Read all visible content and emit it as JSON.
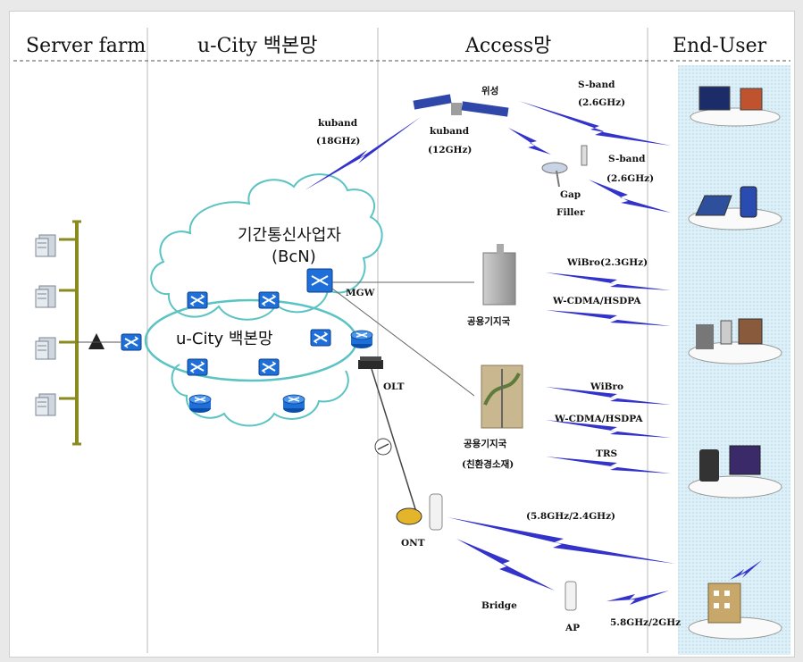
{
  "columns": {
    "server_farm": "Server farm",
    "backbone": "u-City 백본망",
    "access": "Access망",
    "end_user": "End-User"
  },
  "network": {
    "bcn_line1": "기간통신사업자",
    "bcn_line2": "(BcN)",
    "ucity_ring": "u-City 백본망",
    "mgw": "MGW",
    "olt": "OLT",
    "ont": "ONT",
    "bridge": "Bridge",
    "ap": "AP"
  },
  "satellite": {
    "name": "위성",
    "uplink_band": "kuband",
    "uplink_freq": "(18GHz)",
    "downlink_band": "kuband",
    "downlink_freq": "(12GHz)"
  },
  "gap_filler": {
    "line1": "Gap",
    "line2": "Filler"
  },
  "links": {
    "sat_sband": "S-band",
    "sat_sband_freq": "(2.6GHz)",
    "gap_sband": "S-band",
    "gap_sband_freq": "(2.6GHz)",
    "wibro_freq": "WiBro(2.3GHz)",
    "wcdma1": "W-CDMA/HSDPA",
    "wibro2": "WiBro",
    "wcdma2": "W-CDMA/HSDPA",
    "trs": "TRS",
    "ont_link": "(5.8GHz/2.4GHz)",
    "ap_link": "5.8GHz/2GHz"
  },
  "stations": {
    "station1": "공용기지국",
    "station2_line1": "공용기지국",
    "station2_line2": "(친환경소재)"
  },
  "colors": {
    "lightning": "#3333cc",
    "ring": "#5cc3c3",
    "bus": "#8a8a1e",
    "switch": "#1e6fd9",
    "enduser_bg": "#d8eef6"
  }
}
